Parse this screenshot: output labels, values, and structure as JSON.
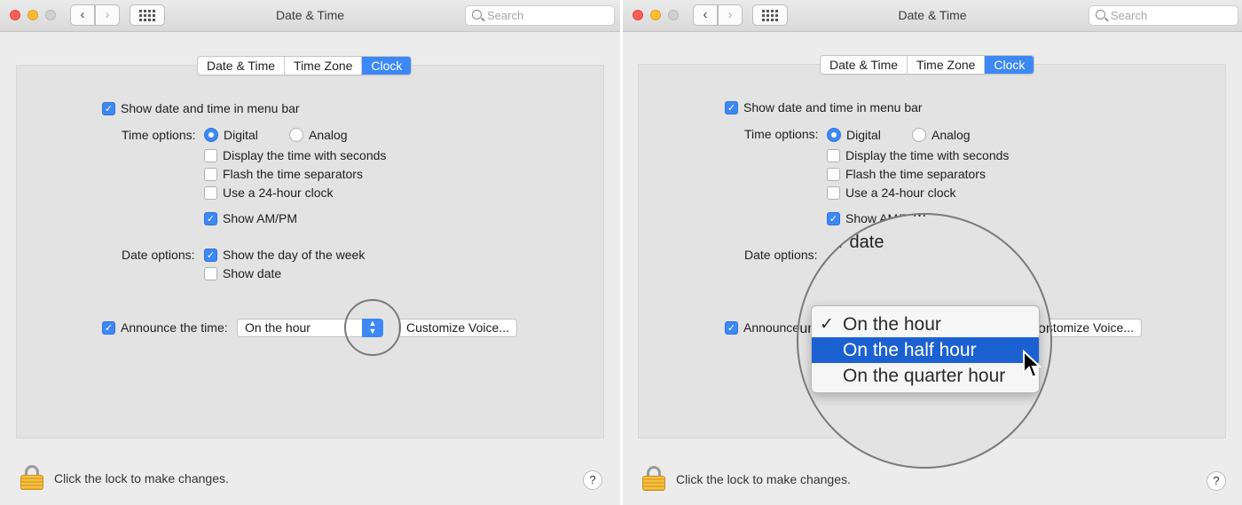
{
  "window": {
    "title": "Date & Time",
    "search_placeholder": "Search",
    "nav_back": "‹",
    "nav_forward": "›"
  },
  "tabs": [
    "Date & Time",
    "Time Zone",
    "Clock"
  ],
  "active_tab": "Clock",
  "clock": {
    "show_menu_bar": "Show date and time in menu bar",
    "time_options_label": "Time options:",
    "digital": "Digital",
    "analog": "Analog",
    "seconds": "Display the time with seconds",
    "flash": "Flash the time separators",
    "clock24": "Use a 24-hour clock",
    "ampm": "Show AM/PM",
    "date_options_label": "Date options:",
    "day_of_week": "Show the day of the week",
    "show_date": "Show date",
    "announce_label": "Announce the time:",
    "announce_value": "On the hour",
    "customize_voice": "Customize Voice..."
  },
  "footer": {
    "lock_text": "Click the lock to make changes.",
    "help": "?"
  },
  "magnified": {
    "fragment_top": "Show AM/PM",
    "fragment_date": "v date",
    "fragment_announce": "Announce",
    "fragment_customize": "omize Voice...",
    "menu_items": [
      {
        "label": "On the hour",
        "checked": true,
        "selected": false
      },
      {
        "label": "On the half hour",
        "checked": false,
        "selected": true
      },
      {
        "label": "On the quarter hour",
        "checked": false,
        "selected": false
      }
    ]
  },
  "colors": {
    "accent": "#3d88f5",
    "menu_highlight": "#1c61d1"
  },
  "icons": [
    "search-icon",
    "lock-icon",
    "help-icon",
    "grid-icon",
    "chevron-left-icon",
    "chevron-right-icon",
    "checkmark-icon",
    "pointer-cursor-icon",
    "stepper-arrows-icon"
  ]
}
